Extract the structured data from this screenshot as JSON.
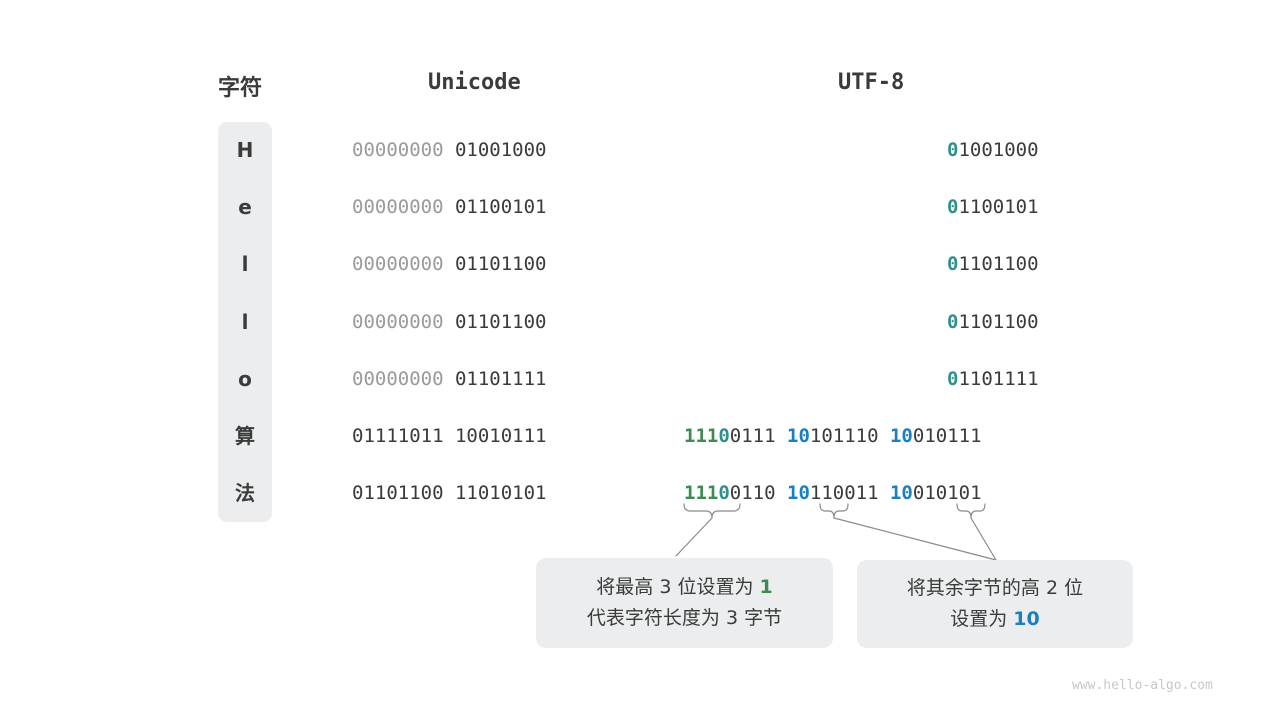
{
  "headers": {
    "char": "字符",
    "unicode": "Unicode",
    "utf8": "UTF-8"
  },
  "colors": {
    "pill_bg": "#ebedee",
    "text_dark": "#3b3b3b",
    "text_dim": "#9a9a9a",
    "green": "#3d8b52",
    "teal": "#2f9189",
    "blue": "#1a7fc1",
    "watermark": "#c7c7c7",
    "connector": "#8a8a8a",
    "background": "#ffffff"
  },
  "rows": [
    {
      "char": "H",
      "unicode_high": "00000000",
      "unicode_low": "01001000",
      "utf8_bytes": [
        {
          "prefix": "0",
          "prefix_color": "teal",
          "rest": "1001000"
        }
      ]
    },
    {
      "char": "e",
      "unicode_high": "00000000",
      "unicode_low": "01100101",
      "utf8_bytes": [
        {
          "prefix": "0",
          "prefix_color": "teal",
          "rest": "1100101"
        }
      ]
    },
    {
      "char": "l",
      "unicode_high": "00000000",
      "unicode_low": "01101100",
      "utf8_bytes": [
        {
          "prefix": "0",
          "prefix_color": "teal",
          "rest": "1101100"
        }
      ]
    },
    {
      "char": "l",
      "unicode_high": "00000000",
      "unicode_low": "01101100",
      "utf8_bytes": [
        {
          "prefix": "0",
          "prefix_color": "teal",
          "rest": "1101100"
        }
      ]
    },
    {
      "char": "o",
      "unicode_high": "00000000",
      "unicode_low": "01101111",
      "utf8_bytes": [
        {
          "prefix": "0",
          "prefix_color": "teal",
          "rest": "1101111"
        }
      ]
    },
    {
      "char": "算",
      "unicode_high": "01111011",
      "unicode_low": "10010111",
      "unicode_high_dark": true,
      "utf8_bytes": [
        {
          "lead": "111",
          "prefix": "0",
          "prefix_color": "teal",
          "rest": "0111"
        },
        {
          "prefix": "10",
          "prefix_color": "blue",
          "rest": "101110"
        },
        {
          "prefix": "10",
          "prefix_color": "blue",
          "rest": "010111"
        }
      ]
    },
    {
      "char": "法",
      "unicode_high": "01101100",
      "unicode_low": "11010101",
      "unicode_high_dark": true,
      "utf8_bytes": [
        {
          "lead": "111",
          "prefix": "0",
          "prefix_color": "teal",
          "rest": "0110"
        },
        {
          "prefix": "10",
          "prefix_color": "blue",
          "rest": "110011"
        },
        {
          "prefix": "10",
          "prefix_color": "blue",
          "rest": "010101"
        }
      ]
    }
  ],
  "callouts": {
    "left": {
      "line1_a": "将最高 ",
      "line1_num": "3",
      "line1_b": " 位设置为 ",
      "line1_hl": "1",
      "line2": "代表字符长度为 3 字节"
    },
    "right": {
      "line1": "将其余字节的高 2 位",
      "line2_a": "设置为 ",
      "line2_hl": "10"
    }
  },
  "watermark": "www.hello-algo.com"
}
